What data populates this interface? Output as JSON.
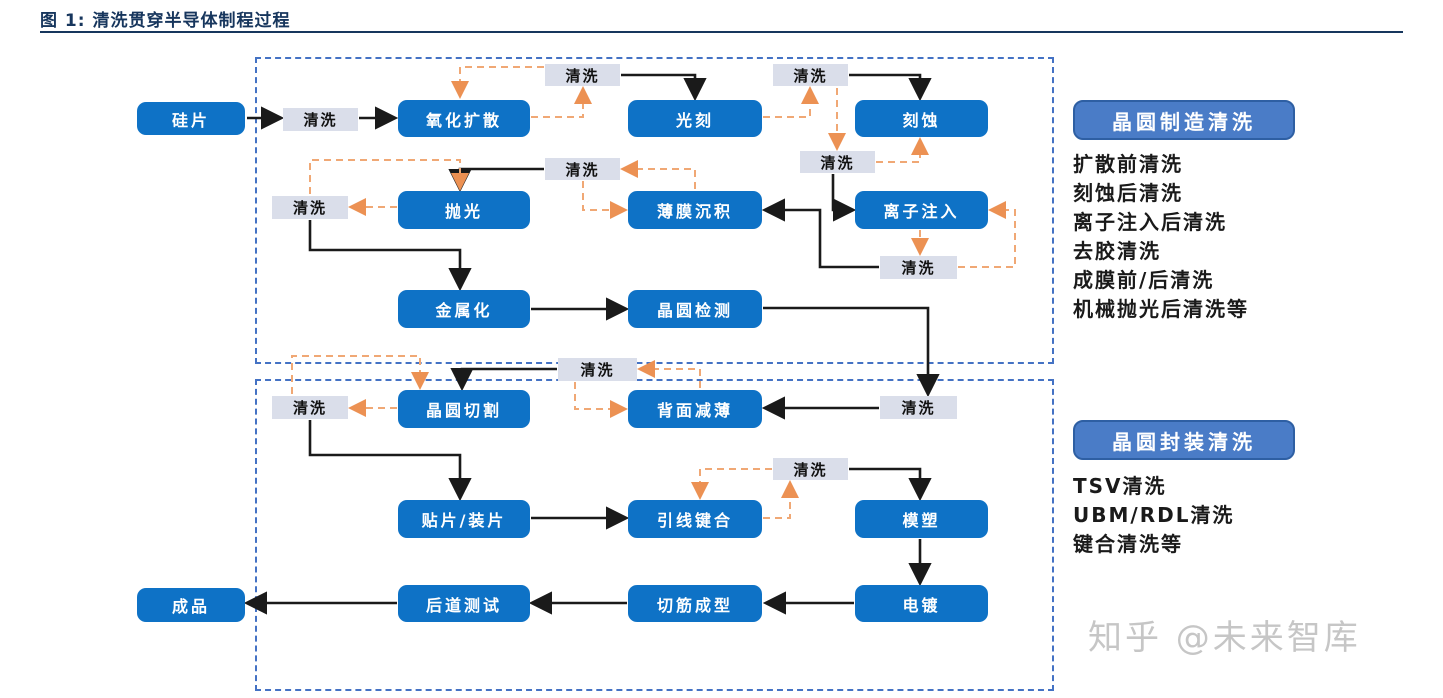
{
  "figure": {
    "title": "图 1:  清洗贯穿半导体制程过程"
  },
  "clean_label": "清洗",
  "nodes": {
    "silicon": "硅片",
    "oxidation": "氧化扩散",
    "litho": "光刻",
    "etch": "刻蚀",
    "polish": "抛光",
    "deposition": "薄膜沉积",
    "implant": "离子注入",
    "metallization": "金属化",
    "inspection": "晶圆检测",
    "dicing": "晶圆切割",
    "thinning": "背面减薄",
    "die_attach": "贴片/装片",
    "wire_bond": "引线键合",
    "molding": "模塑",
    "plating": "电镀",
    "trim_form": "切筋成型",
    "final_test": "后道测试",
    "product": "成品"
  },
  "legend_fab": {
    "header": "晶圆制造清洗",
    "items": [
      "扩散前清洗",
      "刻蚀后清洗",
      "离子注入后清洗",
      "去胶清洗",
      "成膜前/后清洗",
      "机械抛光后清洗等"
    ]
  },
  "legend_pkg": {
    "header": "晶圆封装清洗",
    "items": [
      "TSV清洗",
      "UBM/RDL清洗",
      "键合清洗等"
    ]
  },
  "watermark": "知乎 @未来智库",
  "colors": {
    "process_box": "#0E72C6",
    "clean_box": "#DADEEA",
    "legend_header_fill": "#4A7CC7",
    "legend_header_border": "#2E5FA3",
    "dashed_border": "#4472C4",
    "main_arrow": "#1a1a1a",
    "clean_arrow": "#F0A875",
    "title_color": "#17365D",
    "watermark_color": "#bdbdbd"
  }
}
